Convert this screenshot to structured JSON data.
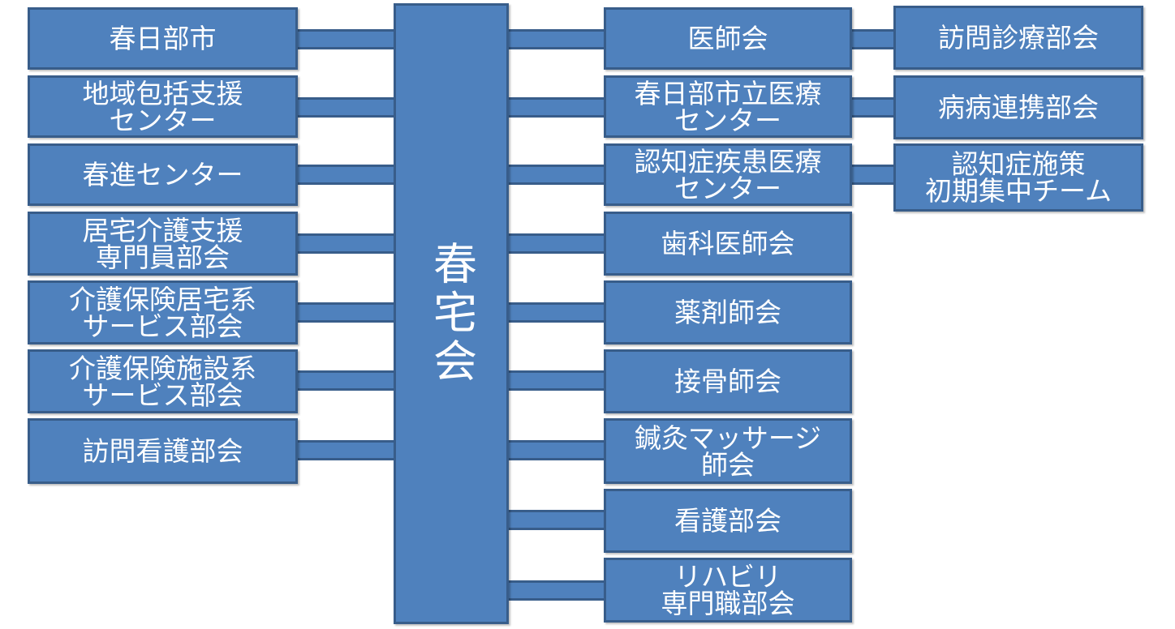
{
  "center": {
    "label": "春宅会"
  },
  "left": [
    {
      "lines": [
        "春日部市"
      ]
    },
    {
      "lines": [
        "地域包括支援",
        "センター"
      ]
    },
    {
      "lines": [
        "春進センター"
      ]
    },
    {
      "lines": [
        "居宅介護支援",
        "専門員部会"
      ]
    },
    {
      "lines": [
        "介護保険居宅系",
        "サービス部会"
      ]
    },
    {
      "lines": [
        "介護保険施設系",
        "サービス部会"
      ]
    },
    {
      "lines": [
        "訪問看護部会"
      ]
    }
  ],
  "right": [
    {
      "lines": [
        "医師会"
      ]
    },
    {
      "lines": [
        "春日部市立医療",
        "センター"
      ]
    },
    {
      "lines": [
        "認知症疾患医療",
        "センター"
      ]
    },
    {
      "lines": [
        "歯科医師会"
      ]
    },
    {
      "lines": [
        "薬剤師会"
      ]
    },
    {
      "lines": [
        "接骨師会"
      ]
    },
    {
      "lines": [
        "鍼灸マッサージ",
        "師会"
      ]
    },
    {
      "lines": [
        "看護部会"
      ]
    },
    {
      "lines": [
        "リハビリ",
        "専門職部会"
      ]
    }
  ],
  "far_right": [
    {
      "lines": [
        "訪問診療部会"
      ]
    },
    {
      "lines": [
        "病病連携部会"
      ]
    },
    {
      "lines": [
        "認知症施策",
        "初期集中チーム"
      ]
    }
  ]
}
